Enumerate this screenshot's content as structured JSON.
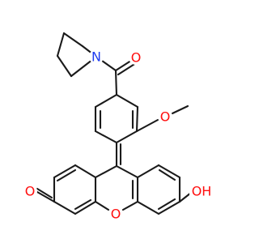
{
  "colors": {
    "background": "#ffffff",
    "bond": "#1a1a1a",
    "oxygen": "#ff0d0d",
    "nitrogen": "#1f3df0"
  },
  "atoms": [
    {
      "id": "N1",
      "label": "N",
      "element": "N"
    },
    {
      "id": "O_carbonyl",
      "label": "O",
      "element": "O"
    },
    {
      "id": "O_methoxy",
      "label": "O",
      "element": "O"
    },
    {
      "id": "O_ketone",
      "label": "O",
      "element": "O"
    },
    {
      "id": "O_ring",
      "label": "O",
      "element": "O"
    },
    {
      "id": "OH",
      "label": "OH",
      "element": "O"
    }
  ]
}
